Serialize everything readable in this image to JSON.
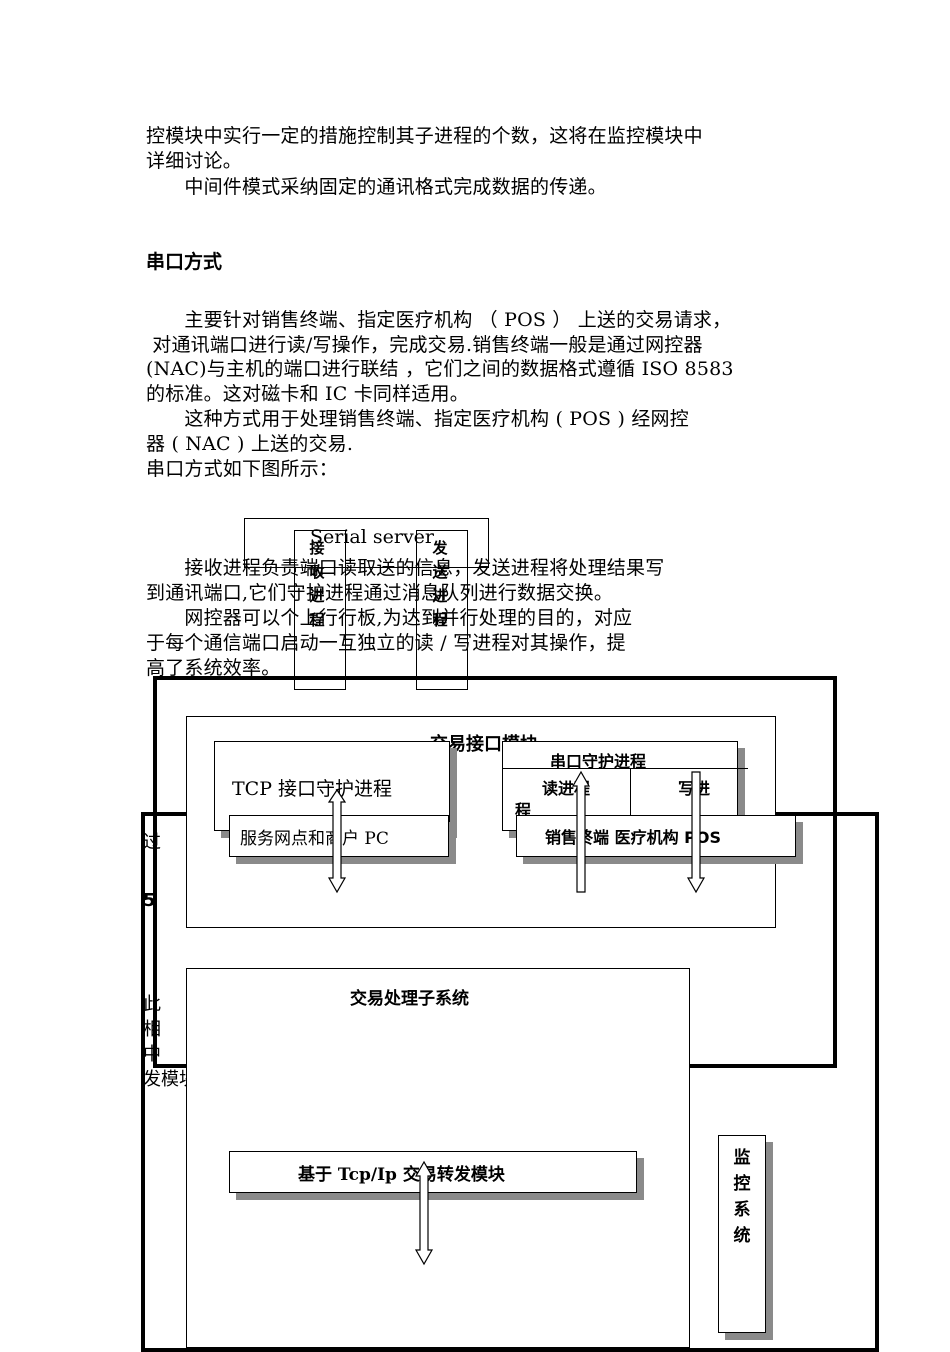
{
  "paragraphs": {
    "p1_line1": "控模块中实行一定的措施控制其子进程的个数，这将在监控模块中",
    "p1_line2": "详细讨论。",
    "p2": "　　中间件模式采纳固定的通讯格式完成数据的传递。",
    "heading": "串口方式",
    "p3_line1": "　　主要针对销售终端、指定医疗机构 （ POS ） 上送的交易请求，",
    "p3_line2": " 对通讯端口进行读/写操作，完成交易.销售终端一般是通过网控器",
    "p3_line3": "(NAC)与主机的端口进行联结 ，它们之间的数据格式遵循 ISO 8583",
    "p3_line4": "的标准。这对磁卡和 IC 卡同样适用。",
    "p4_line1": "　　这种方式用于处理销售终端、指定医疗机构 ( POS ) 经网控",
    "p4_line2": "器 ( NAC ) 上送的交易.",
    "p5": "串口方式如下图所示：",
    "p6_line1": "　　接收进程负责端口读取送的信息，发送进程将处理结果写",
    "p6_line2": "到通讯端口,它们守护进程通过消息队列进行数据交换。",
    "p7_line1": "　　网控器可以个上行行板,为达到并行处理的目的，对应",
    "p7_line2": "于每个通信端口启动一互独立的读 / 写进程对其操作，提",
    "p7_line3": "高了系统效率。"
  },
  "serial_diagram": {
    "server_label": "Serial server",
    "recv_label": "接收进程",
    "send_label": "发送进程"
  },
  "main_diagram": {
    "trade_interface_title": "交易接口模块",
    "tcp_daemon": "TCP 接口守护进程",
    "service_points": "服务网点和商户 PC",
    "serial_daemon": "串口守护进程",
    "read_proc": "读进程",
    "write_proc": "写进",
    "write_proc_tail": "程",
    "pos_terminal": "销售终端 医疗机构 POS",
    "trade_subsystem": "交易处理子系统",
    "tcp_forward": "基于 Tcp/Ip 交易转发模块",
    "monitor": "监控系统"
  },
  "fragments": {
    "left1": "过",
    "left2": "5",
    "left3": "此",
    "left4": "相",
    "left5": "中",
    "left6": "发模块"
  },
  "colors": {
    "shadow": "#8a8a8a",
    "border": "#000000"
  }
}
